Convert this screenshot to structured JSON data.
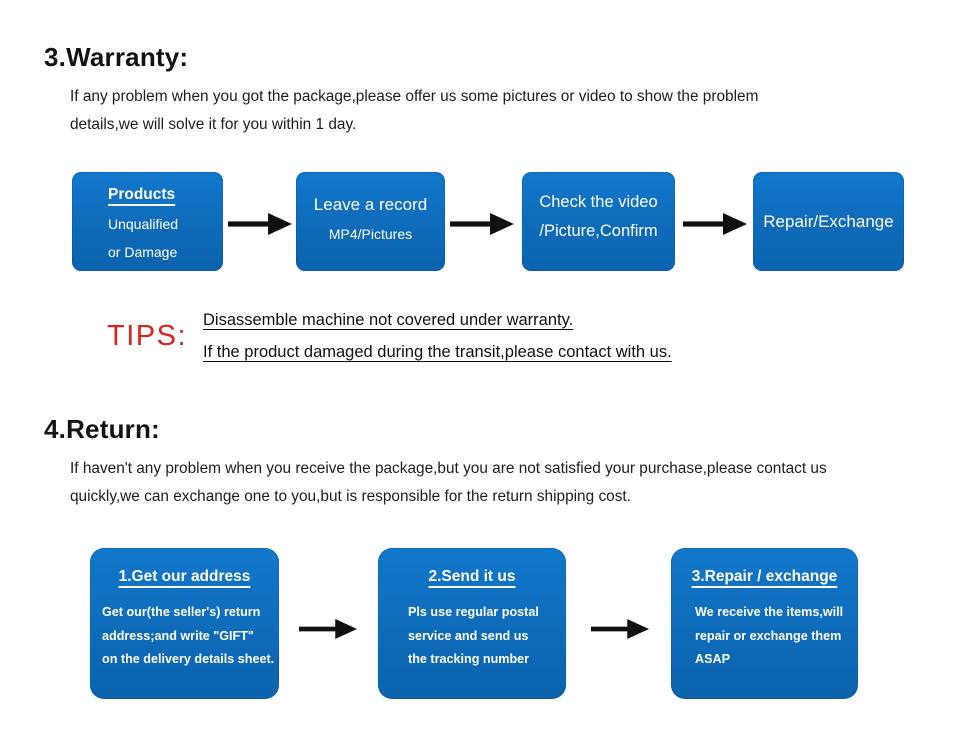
{
  "colors": {
    "box_blue": "#0f6fc3",
    "tips_red": "#d9251d",
    "text_black": "#161616"
  },
  "warranty": {
    "heading": "3.Warranty:",
    "body_line1": "If any problem when you got the package,please offer us some pictures or video to show the problem",
    "body_line2": "details,we will solve it for you within 1 day.",
    "flow": [
      {
        "title": "Products",
        "lines": [
          "Unqualified",
          "or Damage"
        ]
      },
      {
        "title": "Leave a record",
        "lines": [
          "MP4/Pictures"
        ]
      },
      {
        "title": "Check the video",
        "lines": [
          "/Picture,Confirm"
        ]
      },
      {
        "title": "Repair/Exchange",
        "lines": []
      }
    ],
    "tips_label": "TIPS:",
    "tips_line1": "Disassemble machine not covered under warranty.",
    "tips_line2": "If the product damaged during the transit,please contact with us."
  },
  "return": {
    "heading": "4.Return:",
    "body_line1": "If haven't any problem when you receive the package,but you are not satisfied your purchase,please contact us",
    "body_line2": "quickly,we can exchange one to you,but is responsible for the return shipping cost.",
    "flow": [
      {
        "title": "1.Get our address",
        "lines": [
          "Get our(the seller's) return",
          "address;and write \"GIFT\"",
          "on the delivery details sheet."
        ]
      },
      {
        "title": "2.Send it us",
        "lines": [
          "Pls use regular postal",
          "service and send us",
          "the tracking number"
        ]
      },
      {
        "title": "3.Repair / exchange",
        "lines": [
          "We receive the items,will",
          "repair or exchange them",
          "ASAP"
        ]
      }
    ]
  }
}
